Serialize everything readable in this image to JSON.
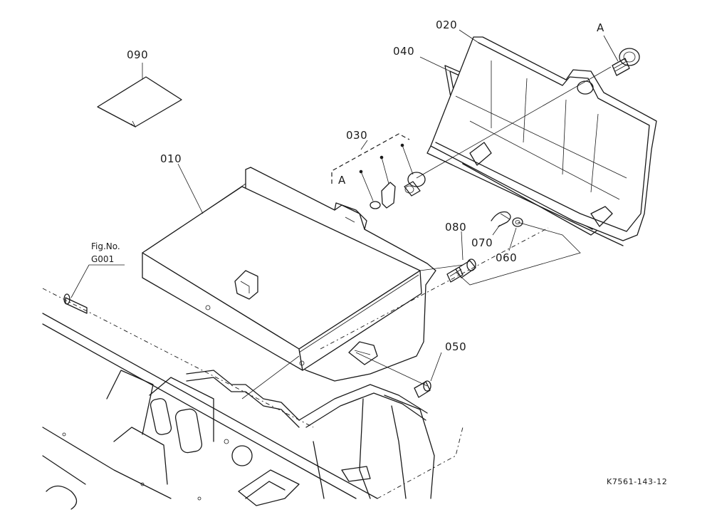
{
  "callouts": {
    "p010": "010",
    "p020": "020",
    "p030": "030",
    "p040": "040",
    "p050": "050",
    "p060": "060",
    "p070": "070",
    "p080": "080",
    "p090": "090",
    "ref_a_top": "A",
    "ref_a_kit": "A"
  },
  "fig_ref": {
    "label": "Fig.No.",
    "number": "G001"
  },
  "drawing_code": "K7561-143-12"
}
